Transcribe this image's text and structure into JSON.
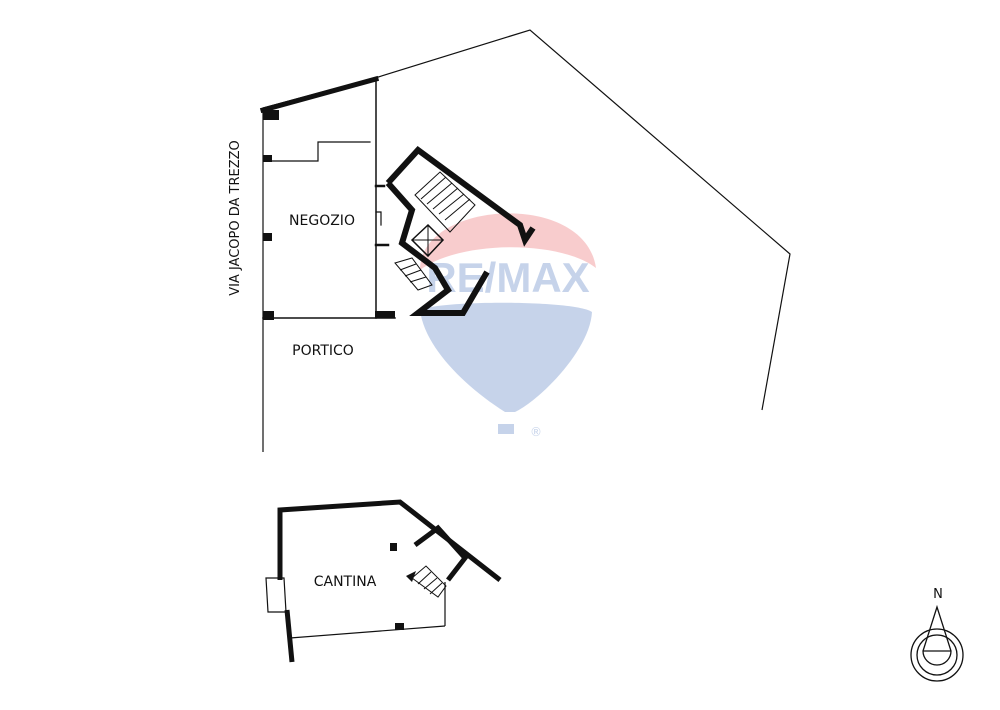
{
  "plan": {
    "street_label": "VIA JACOPO DA TREZZO",
    "rooms": {
      "negozio": "NEGOZIO",
      "portico": "PORTICO",
      "cantina": "CANTINA"
    },
    "compass": {
      "north_label": "N"
    },
    "watermark": {
      "brand_text": "RE/MAX",
      "registered_mark": "®",
      "colors": {
        "red": "#e11b22",
        "blue": "#003da5"
      }
    }
  }
}
